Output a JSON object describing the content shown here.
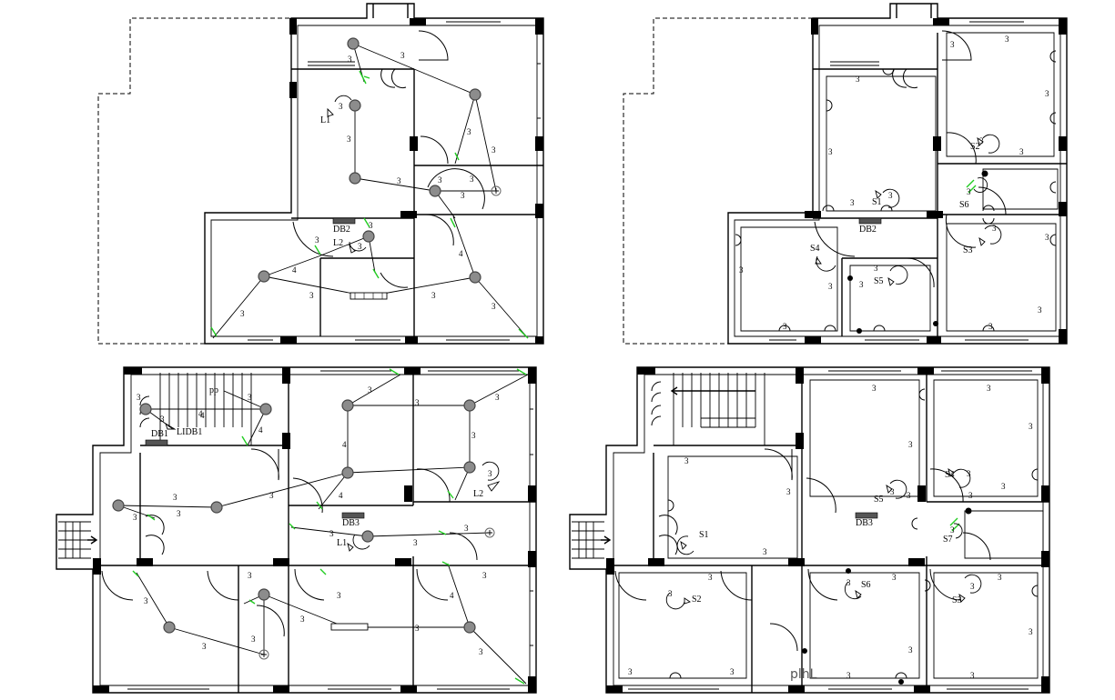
{
  "top_left": {
    "labels": {
      "L1": "L1",
      "L2": "L2",
      "DB2": "DB2"
    },
    "wire_counts": [
      "3",
      "3",
      "3",
      "3",
      "3",
      "3",
      "3",
      "3",
      "3",
      "3",
      "3",
      "3",
      "4",
      "4",
      "3",
      "3",
      "3",
      "3",
      "3"
    ]
  },
  "top_right": {
    "labels": {
      "S1": "S1",
      "S2": "S2",
      "S3": "S3",
      "S4": "S4",
      "S5": "S5",
      "S6": "S6",
      "DB2": "DB2"
    },
    "wire_counts": [
      "3",
      "3",
      "3",
      "3",
      "3",
      "3",
      "3",
      "3",
      "3",
      "3",
      "3",
      "3",
      "3",
      "3",
      "3",
      "3",
      "3",
      "3",
      "3"
    ]
  },
  "bottom_left": {
    "labels": {
      "DB1": "DB1",
      "LIDB1": "LIDB1",
      "L1": "L1",
      "L2": "L2",
      "DB3": "DB3",
      "pp": "pp"
    },
    "wire_counts": [
      "3",
      "3",
      "4",
      "4",
      "3",
      "4",
      "3",
      "3",
      "3",
      "3",
      "3",
      "3",
      "3",
      "3",
      "3",
      "4",
      "3",
      "3",
      "3",
      "3",
      "3",
      "3",
      "3",
      "3",
      "3",
      "3"
    ]
  },
  "bottom_right": {
    "labels": {
      "S1": "S1",
      "S2": "S2",
      "S3": "S3",
      "S4": "S4",
      "S5": "S5",
      "S6": "S6",
      "S7": "S7",
      "DB3": "DB3"
    },
    "wire_counts": [
      "3",
      "3",
      "3",
      "3",
      "3",
      "3",
      "3",
      "3",
      "3",
      "3",
      "3",
      "3",
      "3",
      "3",
      "3",
      "3",
      "3",
      "3",
      "3",
      "3",
      "3",
      "3",
      "3"
    ]
  },
  "watermark": "plhL"
}
